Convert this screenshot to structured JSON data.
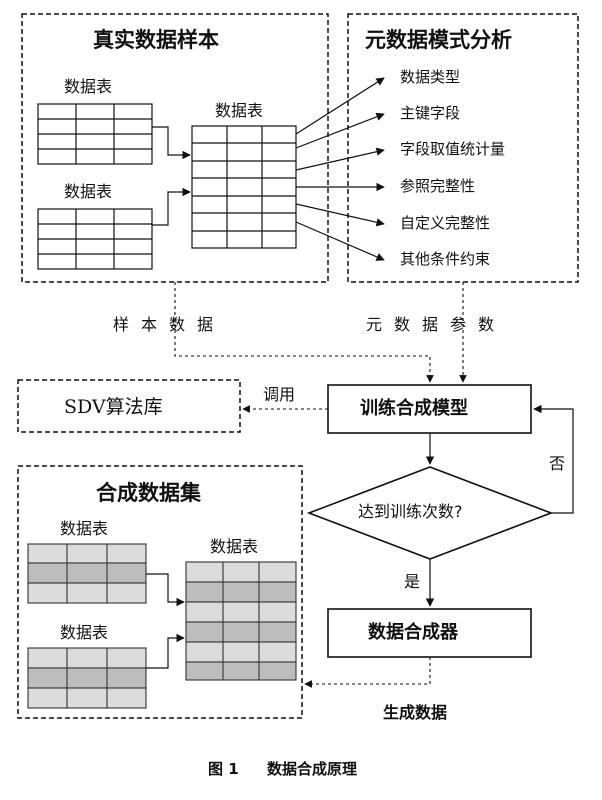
{
  "real_sample": {
    "title": "真实数据样本",
    "table_left_top": "数据表",
    "table_left_bottom": "数据表",
    "table_right": "数据表"
  },
  "meta_analysis": {
    "title": "元数据模式分析",
    "items": [
      "数据类型",
      "主键字段",
      "字段取值统计量",
      "参照完整性",
      "自定义完整性",
      "其他条件约束"
    ]
  },
  "labels": {
    "sample_data": "样本数据",
    "meta_params": "元数据参数",
    "call": "调用",
    "no": "否",
    "yes": "是",
    "generated_data": "生成数据"
  },
  "sdv_library": "SDV算法库",
  "train_model": "训练合成模型",
  "decision": "达到训练次数?",
  "synthesizer": "数据合成器",
  "synthetic_set": {
    "title": "合成数据集",
    "table_left_top": "数据表",
    "table_left_bottom": "数据表",
    "table_right": "数据表"
  },
  "caption": {
    "figure": "图 1",
    "text": "数据合成原理"
  }
}
